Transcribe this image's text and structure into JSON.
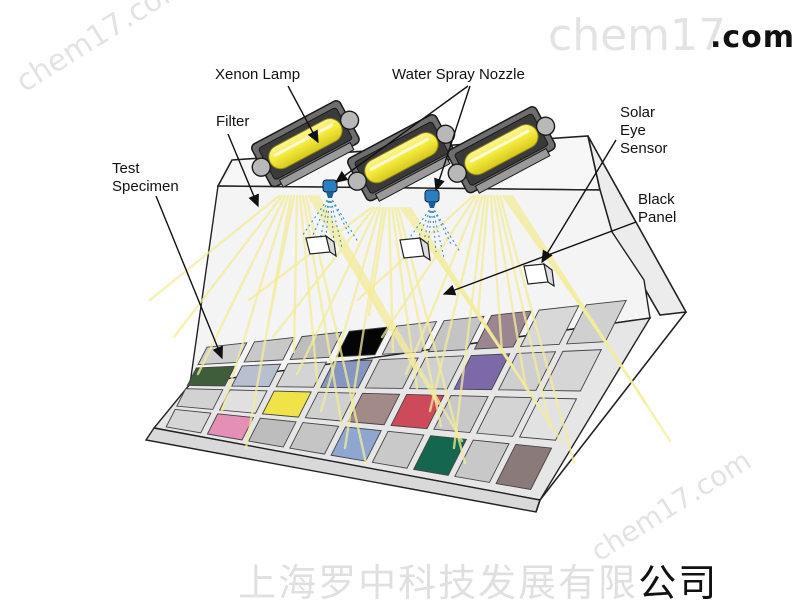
{
  "labels": {
    "xenon_lamp": "Xenon Lamp",
    "water_spray_nozzle": "Water Spray Nozzle",
    "filter": "Filter",
    "solar_eye_sensor": "Solar\nEye\nSensor",
    "test_specimen": "Test\nSpecimen",
    "black_panel": "Black\nPanel"
  },
  "watermark": {
    "brand": "chem17",
    "tld": ".com",
    "diagonal": "chem17.com"
  },
  "company": {
    "light_part": "上海罗中科技发展有限",
    "dark_part": "公司"
  },
  "colors": {
    "lamp_yellow": "#f2e93a",
    "spray_blue": "#2a7fc0",
    "chamber_fill": "#f2f2f2",
    "black_panel": "#050505"
  }
}
